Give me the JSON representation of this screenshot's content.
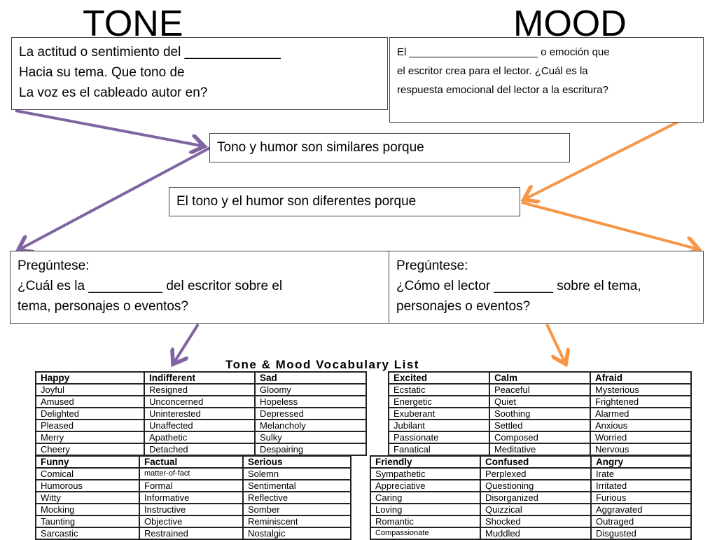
{
  "titles": {
    "left": "TONE",
    "right": "MOOD"
  },
  "tone_box": {
    "lines": [
      "La actitud o sentimiento del _____________",
      "Hacia su tema. Que tono de",
      "La voz es el cableado autor en?"
    ]
  },
  "mood_box": {
    "lines": [
      "El ______________________ o emoción que",
      "el escritor crea para el lector. ¿Cuál es la",
      "respuesta emocional del lector a la escritura?"
    ]
  },
  "similar_box": "Tono y humor son similares porque",
  "different_box": "El tono y el humor son diferentes porque",
  "ask_left": {
    "lines": [
      "Pregúntese:",
      "¿Cuál es la __________ del escritor sobre el",
      "tema, personajes o eventos?"
    ]
  },
  "ask_right": {
    "lines": [
      "Pregúntese:",
      "¿Cómo el lector ________ sobre el tema,",
      "personajes o eventos?"
    ]
  },
  "colors": {
    "purple": "#8064a2",
    "orange": "#f79646"
  },
  "vocab": {
    "title": "Tone & Mood Vocabulary List",
    "tables": [
      {
        "headers": [
          "Happy",
          "Indifferent",
          "Sad"
        ],
        "rows": [
          [
            "Joyful",
            "Resigned",
            "Gloomy"
          ],
          [
            "Amused",
            "Unconcerned",
            "Hopeless"
          ],
          [
            "Delighted",
            "Uninterested",
            "Depressed"
          ],
          [
            "Pleased",
            "Unaffected",
            "Melancholy"
          ],
          [
            "Merry",
            "Apathetic",
            "Sulky"
          ],
          [
            "Cheery",
            "Detached",
            "Despairing"
          ]
        ]
      },
      {
        "headers": [
          "Excited",
          "Calm",
          "Afraid"
        ],
        "rows": [
          [
            "Ecstatic",
            "Peaceful",
            "Mysterious"
          ],
          [
            "Energetic",
            "Quiet",
            "Frightened"
          ],
          [
            "Exuberant",
            "Soothing",
            "Alarmed"
          ],
          [
            "Jubilant",
            "Settled",
            "Anxious"
          ],
          [
            "Passionate",
            "Composed",
            "Worried"
          ],
          [
            "Fanatical",
            "Meditative",
            "Nervous"
          ]
        ]
      },
      {
        "headers": [
          "Funny",
          "Factual",
          "Serious"
        ],
        "rows": [
          [
            "Comical",
            "matter-of-fact",
            "Solemn"
          ],
          [
            "Humorous",
            "Formal",
            "Sentimental"
          ],
          [
            "Witty",
            "Informative",
            "Reflective"
          ],
          [
            "Mocking",
            "Instructive",
            "Somber"
          ],
          [
            "Taunting",
            "Objective",
            "Reminiscent"
          ],
          [
            "Sarcastic",
            "Restrained",
            "Nostalgic"
          ]
        ]
      },
      {
        "headers": [
          "Friendly",
          "Confused",
          "Angry"
        ],
        "rows": [
          [
            "Sympathetic",
            "Perplexed",
            "Irate"
          ],
          [
            "Appreciative",
            "Questioning",
            "Irritated"
          ],
          [
            "Caring",
            "Disorganized",
            "Furious"
          ],
          [
            "Loving",
            "Quizzical",
            "Aggravated"
          ],
          [
            "Romantic",
            "Shocked",
            "Outraged"
          ],
          [
            "Compassionate",
            "Muddled",
            "Disgusted"
          ]
        ]
      }
    ]
  }
}
